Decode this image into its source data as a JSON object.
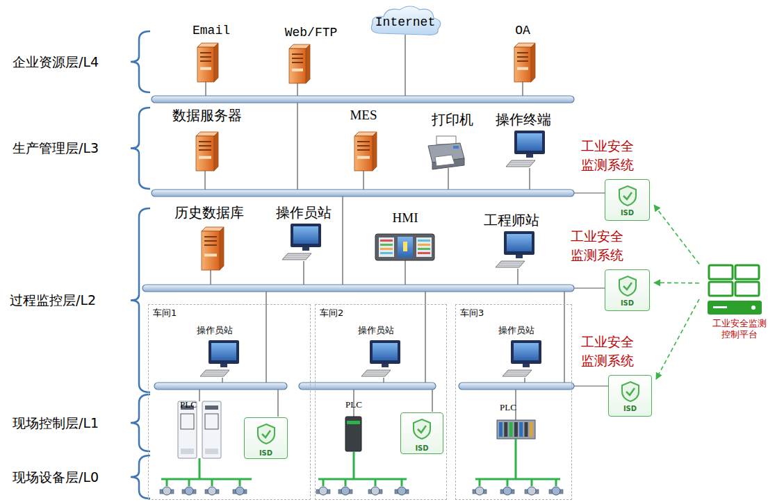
{
  "diagram": {
    "nodes": [
      {
        "text": [
          "Email"
        ]
      },
      {
        "text": [
          "Web/FTP"
        ]
      },
      {
        "text": [
          "Internet"
        ]
      },
      {
        "text": [
          "OA"
        ]
      },
      {
        "text": [
          "数据服务器"
        ]
      },
      {
        "text": [
          "MES"
        ]
      },
      {
        "text": [
          "打印机"
        ]
      },
      {
        "text": [
          "操作终端"
        ]
      },
      {
        "text": [
          "工业安全 监测系统",
          "ISD"
        ]
      },
      {
        "text": [
          "历史数据库"
        ]
      },
      {
        "text": [
          "操作员站"
        ]
      },
      {
        "text": [
          "HMI"
        ]
      },
      {
        "text": [
          "工程师站"
        ]
      },
      {
        "text": [
          "工业安全 监测系统",
          "ISD"
        ]
      },
      {
        "text": [
          "车间1"
        ]
      },
      {
        "text": [
          "操作员站"
        ],
        "in": 14
      },
      {
        "text": [
          "PLC"
        ],
        "in": 14
      },
      {
        "text": [
          "ISD"
        ],
        "in": 14
      },
      {
        "text": [
          "车间2"
        ]
      },
      {
        "text": [
          "操作员站"
        ],
        "in": 18
      },
      {
        "text": [
          "PLC"
        ],
        "in": 18
      },
      {
        "text": [
          "ISD"
        ],
        "in": 18
      },
      {
        "text": [
          "车间3"
        ]
      },
      {
        "text": [
          "操作员站"
        ],
        "in": 22
      },
      {
        "text": [
          "PLC"
        ],
        "in": 22
      },
      {
        "text": [
          "工业安全 监测系统",
          "ISD"
        ]
      },
      {
        "text": [
          "工业安全监测 控制平台"
        ]
      }
    ],
    "edges": [
      {
        "from": 26,
        "to": 8,
        "arrow": "to"
      },
      {
        "from": 26,
        "to": 13,
        "arrow": "to"
      },
      {
        "from": 26,
        "to": 25,
        "arrow": "to"
      }
    ],
    "labels": [
      "企业资源层/L4",
      "生产管理层/L3",
      "过程监控层/L2",
      "现场控制层/L1",
      "现场设备层/L0"
    ]
  }
}
